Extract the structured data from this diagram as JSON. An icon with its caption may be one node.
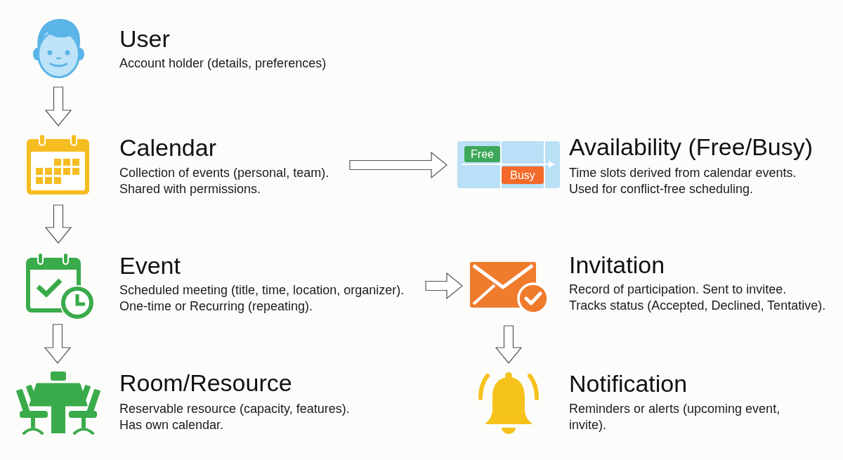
{
  "diagram": {
    "nodes": [
      {
        "text": [
          "User",
          "Account holder (details, preferences)"
        ]
      },
      {
        "text": [
          "Calendar",
          "Collection of events (personal, team). Shared with permissions."
        ]
      },
      {
        "text": [
          "Availability (Free/Busy)",
          "Time slots derived from calendar events. Used for conflict-free scheduling."
        ]
      },
      {
        "text": [
          "Event",
          "Scheduled meeting (title, time, location, organizer). One-time or Recurring (repeating)."
        ]
      },
      {
        "text": [
          "Invitation",
          "Record of participation. Sent to invitee. Tracks status (Accepted, Declined, Tentative)."
        ]
      },
      {
        "text": [
          "Room/Resource",
          "Reservable resource (capacity, features). Has own calendar."
        ]
      },
      {
        "text": [
          "Notification",
          "Reminders or alerts (upcoming event, invite)."
        ]
      }
    ],
    "edges": [
      {
        "from": 0,
        "to": 1,
        "arrow": "to"
      },
      {
        "from": 1,
        "to": 2,
        "arrow": "to"
      },
      {
        "from": 1,
        "to": 3,
        "arrow": "to"
      },
      {
        "from": 3,
        "to": 4,
        "arrow": "to"
      },
      {
        "from": 3,
        "to": 5,
        "arrow": "to"
      },
      {
        "from": 4,
        "to": 6,
        "arrow": "to"
      }
    ],
    "labels": [
      "Free",
      "Busy"
    ]
  }
}
